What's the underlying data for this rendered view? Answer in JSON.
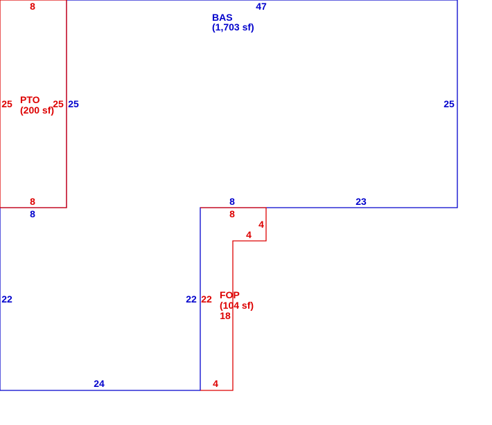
{
  "colors": {
    "main": "#0000cc",
    "sub": "#dd0000",
    "background": "#ffffff"
  },
  "areas": {
    "bas": {
      "code": "BAS",
      "size": "(1,703 sf)"
    },
    "pto": {
      "code": "PTO",
      "size": "(200 sf)"
    },
    "fop": {
      "code": "FOP",
      "size": "(104 sf)"
    }
  },
  "dimensions": {
    "bas": {
      "top": "47",
      "right": "25",
      "inner_left": "25",
      "step_top": "23",
      "notch_top": "8",
      "notch_left": "22",
      "bottom": "24",
      "left": "22",
      "ledge": "8"
    },
    "pto": {
      "top": "8",
      "left": "25",
      "right": "25",
      "bottom": "8"
    },
    "fop": {
      "top": "8",
      "right_short": "4",
      "step": "4",
      "inner_right": "18",
      "bottom": "4",
      "left": "22"
    }
  }
}
